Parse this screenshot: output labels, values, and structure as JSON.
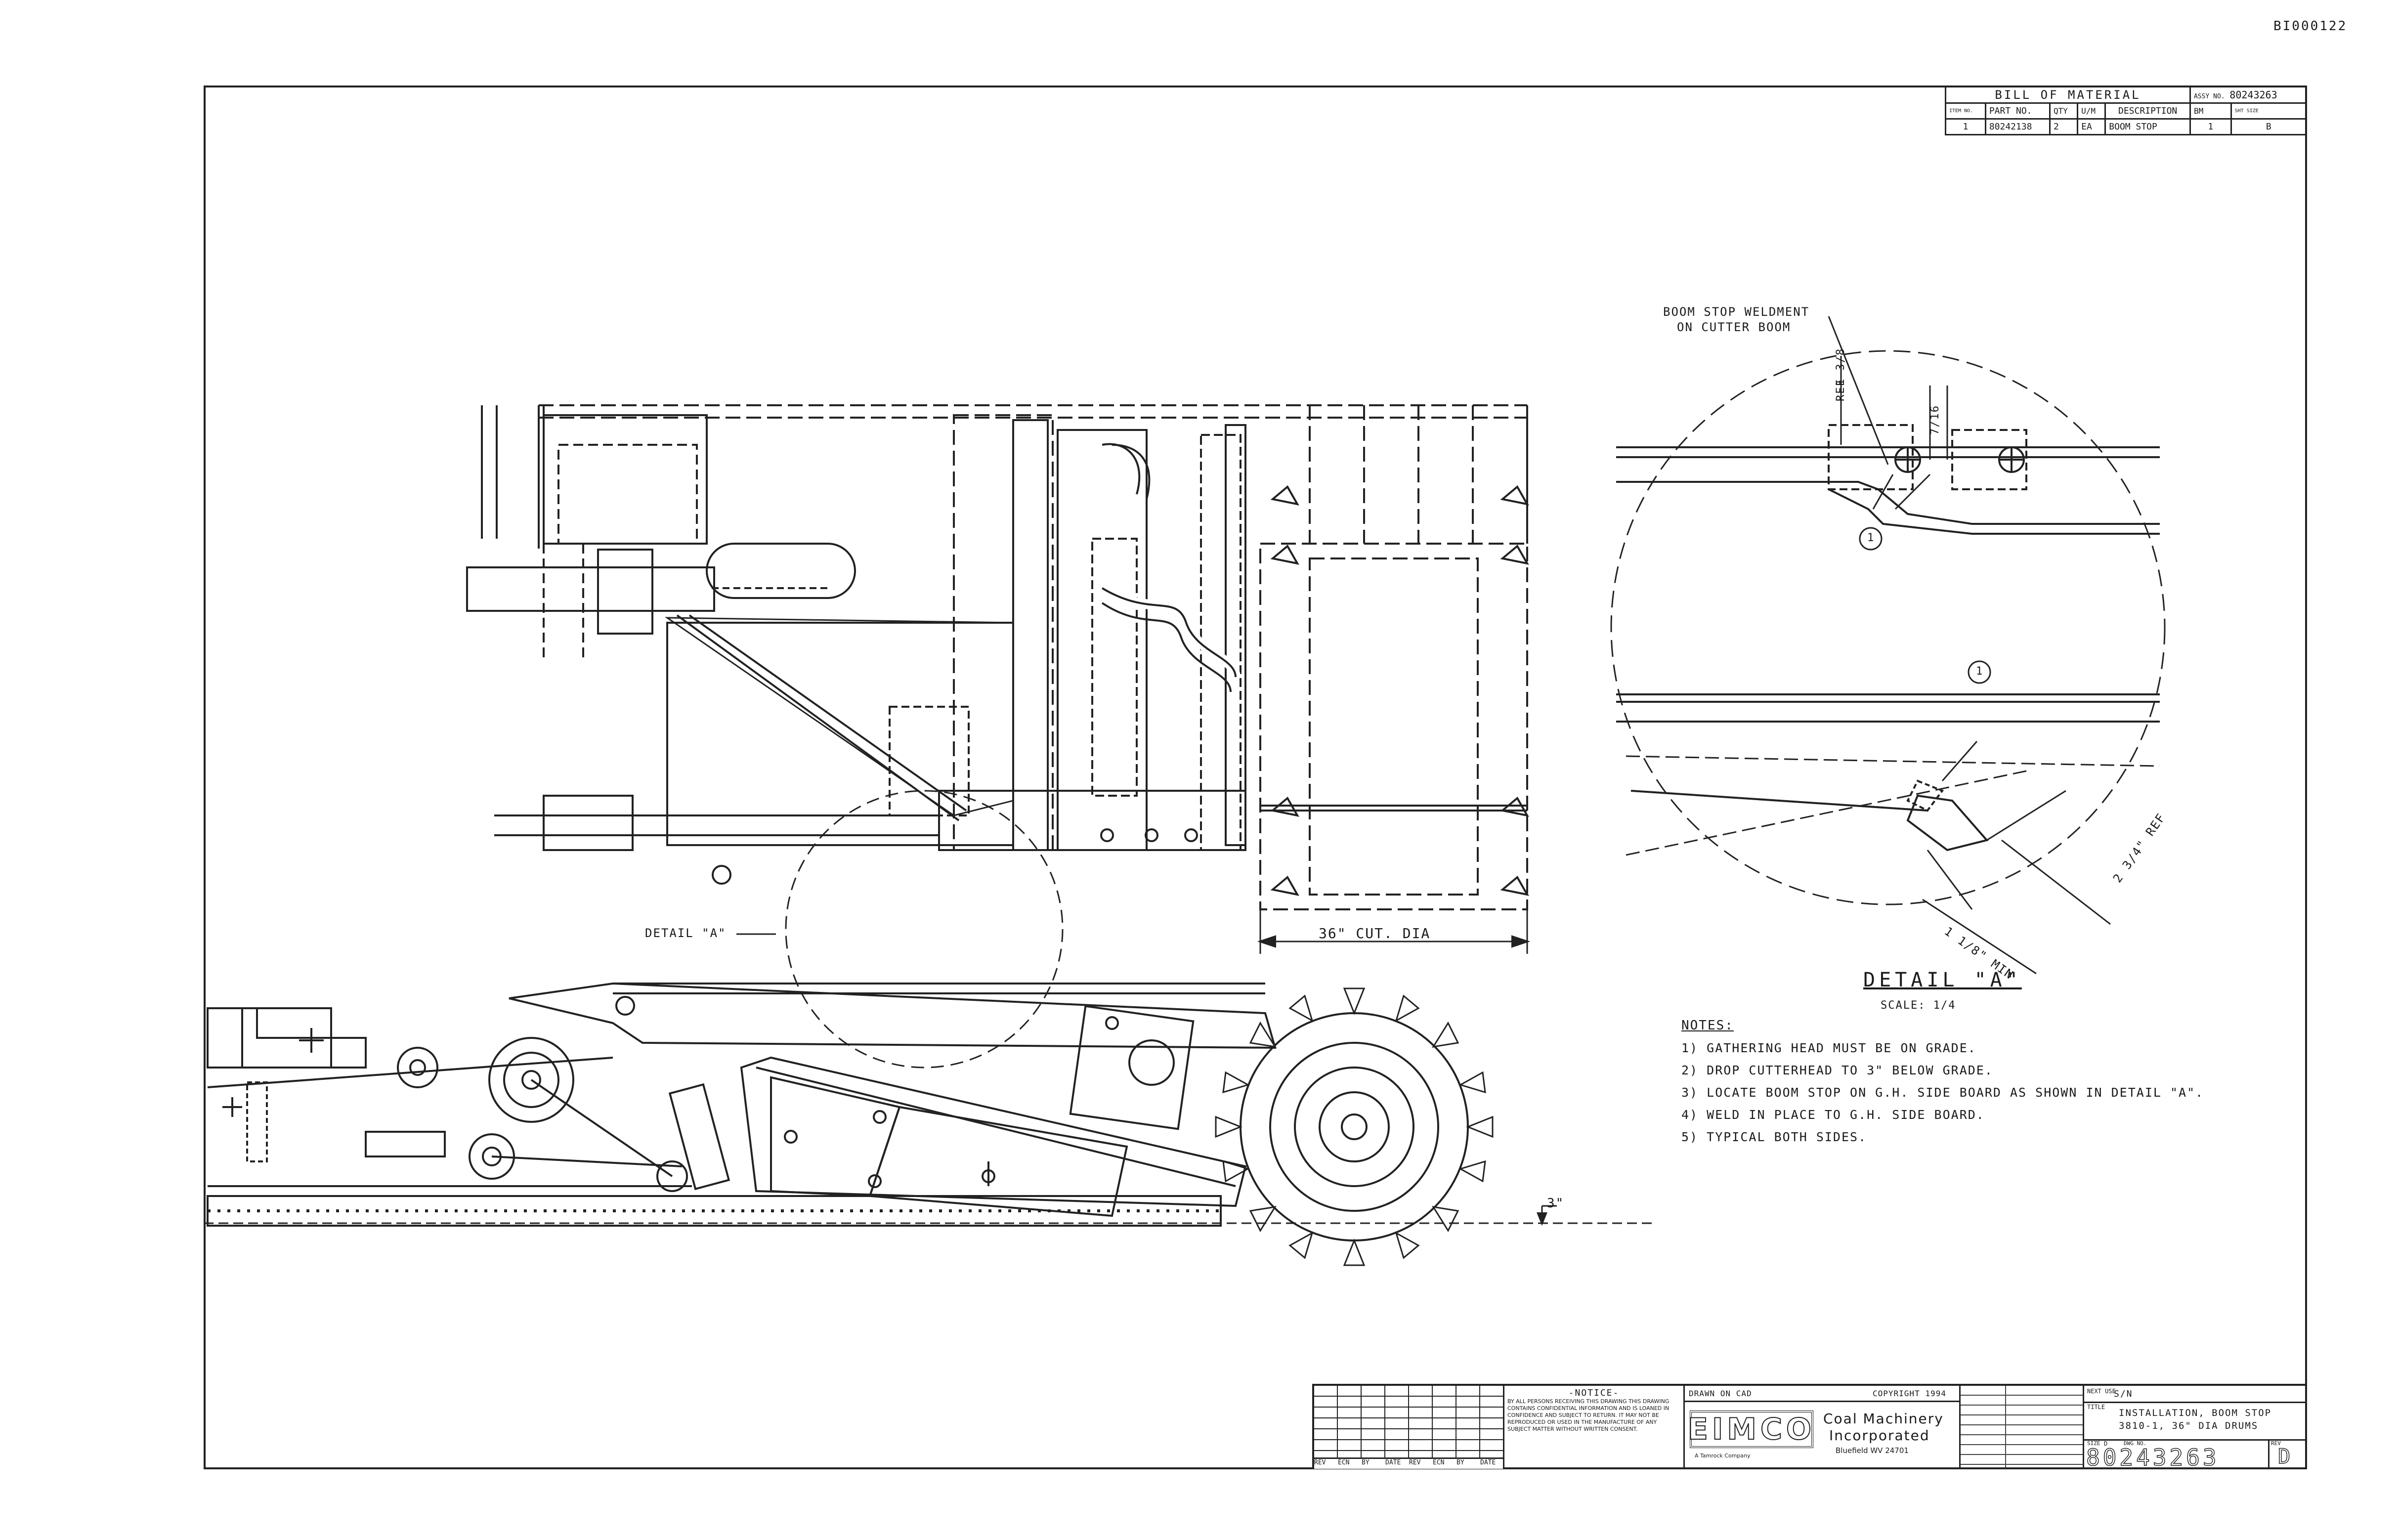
{
  "doc_id": "BI000122",
  "bom": {
    "title": "BILL OF MATERIAL",
    "number_label": "ASSY NO.",
    "number": "80243263",
    "headers": {
      "item": "ITEM NO.",
      "part": "PART NO.",
      "qty": "QTY",
      "um": "U/M",
      "desc": "DESCRIPTION",
      "bm": "BM",
      "size": "SHT SIZE"
    },
    "rows": [
      {
        "item": "1",
        "part": "80242138",
        "qty": "2",
        "um": "EA",
        "desc": "BOOM STOP",
        "bm": "1",
        "size": "B"
      }
    ]
  },
  "labels": {
    "weldment_line1": "BOOM STOP WELDMENT",
    "weldment_line2": "ON CUTTER BOOM",
    "detail_pointer": "DETAIL \"A\"",
    "cut_dia": "36\" CUT. DIA",
    "grade_drop": "3\"",
    "dim_13_8": "1 3/8",
    "dim_ref": "REF",
    "dim_7_16": "7/16",
    "dim_2_3_4": "2 3/4\" REF",
    "dim_1_1_8": "1 1/8\" MIN",
    "balloon": "1"
  },
  "detail": {
    "title": "DETAIL \"A\"",
    "scale": "SCALE: 1/4"
  },
  "notes": {
    "heading": "NOTES:",
    "items": [
      "1) GATHERING HEAD MUST BE ON GRADE.",
      "2) DROP CUTTERHEAD TO 3\" BELOW GRADE.",
      "3) LOCATE BOOM STOP ON G.H. SIDE BOARD AS SHOWN IN DETAIL \"A\".",
      "4) WELD IN PLACE TO G.H. SIDE BOARD.",
      "5) TYPICAL BOTH SIDES."
    ]
  },
  "title_block": {
    "rev_footer": [
      "REV",
      "ECN",
      "BY",
      "DATE",
      "REV",
      "ECN",
      "BY",
      "DATE"
    ],
    "notice_title": "-NOTICE-",
    "notice_text": "BY ALL PERSONS RECEIVING THIS DRAWING THIS DRAWING CONTAINS CONFIDENTIAL INFORMATION AND IS LOANED IN CONFIDENCE AND SUBJECT TO RETURN. IT MAY NOT BE REPRODUCED OR USED IN THE MANUFACTURE OF ANY SUBJECT MATTER WITHOUT WRITTEN CONSENT.",
    "drawn": "DRAWN ON CAD",
    "copyright": "COPYRIGHT 1994",
    "company_logo": "EIMCO",
    "company_line1": "Coal Machinery",
    "company_line2": "Incorporated",
    "company_line3": "Bluefield WV 24701",
    "logo_sub": "A Tamrock Company",
    "next_use": "NEXT USE",
    "sn": "S/N",
    "title_label": "TITLE",
    "title_line1": "INSTALLATION, BOOM STOP",
    "title_line2": "3810-1, 36\" DIA DRUMS",
    "size_label": "SIZE",
    "size": "D",
    "dwg_label": "DWG NO.",
    "dwg_no": "80243263",
    "rev_label": "REV",
    "rev": "D"
  }
}
